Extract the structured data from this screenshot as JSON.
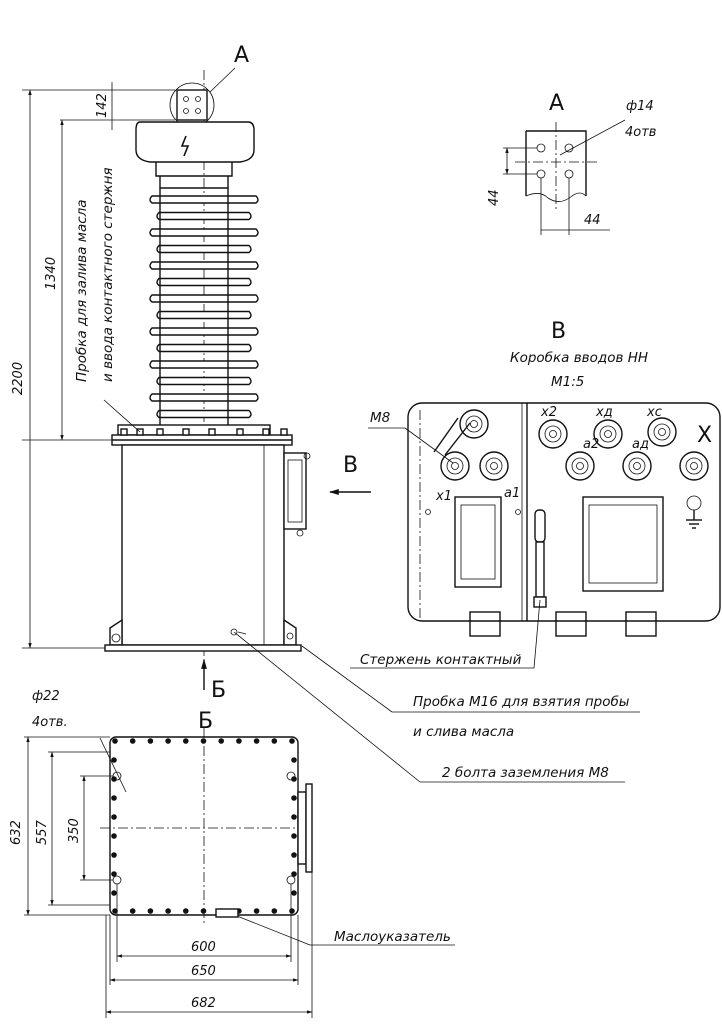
{
  "view_labels": {
    "view_a_marker": "A",
    "view_a_title": "A",
    "view_b_marker": "Б",
    "view_b_title": "Б",
    "view_v_marker": "В",
    "view_v_title": "В"
  },
  "main_view": {
    "dimensions": {
      "top_cap": "142",
      "insulator": "1340",
      "overall_height": "2200"
    },
    "label_oil_plug_line1": "Пробка для залива масла",
    "label_oil_plug_line2": "и ввода контактного стержня"
  },
  "detail_a": {
    "hole_spec": "ф14",
    "hole_count": "4отв",
    "dim_vertical": "44",
    "dim_horizontal": "44"
  },
  "detail_v": {
    "title_line1": "Коробка вводов НН",
    "scale": "M1:5",
    "callout_m8": "M8",
    "terminals": {
      "x2": "x2",
      "xd": "xд",
      "xc": "xc",
      "x": "X",
      "x1": "x1",
      "a1": "a1",
      "a2": "a2",
      "ad": "aд"
    },
    "callout_rod": "Стержень контактный"
  },
  "callouts": {
    "plug_m16_line1": "Пробка M16 для взятия пробы",
    "plug_m16_line2": "и слива масла",
    "ground_bolts": "2 болта заземления M8",
    "oil_indicator": "Маслоуказатель"
  },
  "bottom_view": {
    "hole_spec": "ф22",
    "hole_count": "4отв.",
    "dims_vertical": [
      "632",
      "557",
      "350"
    ],
    "dims_horizontal": [
      "600",
      "650",
      "682"
    ]
  }
}
